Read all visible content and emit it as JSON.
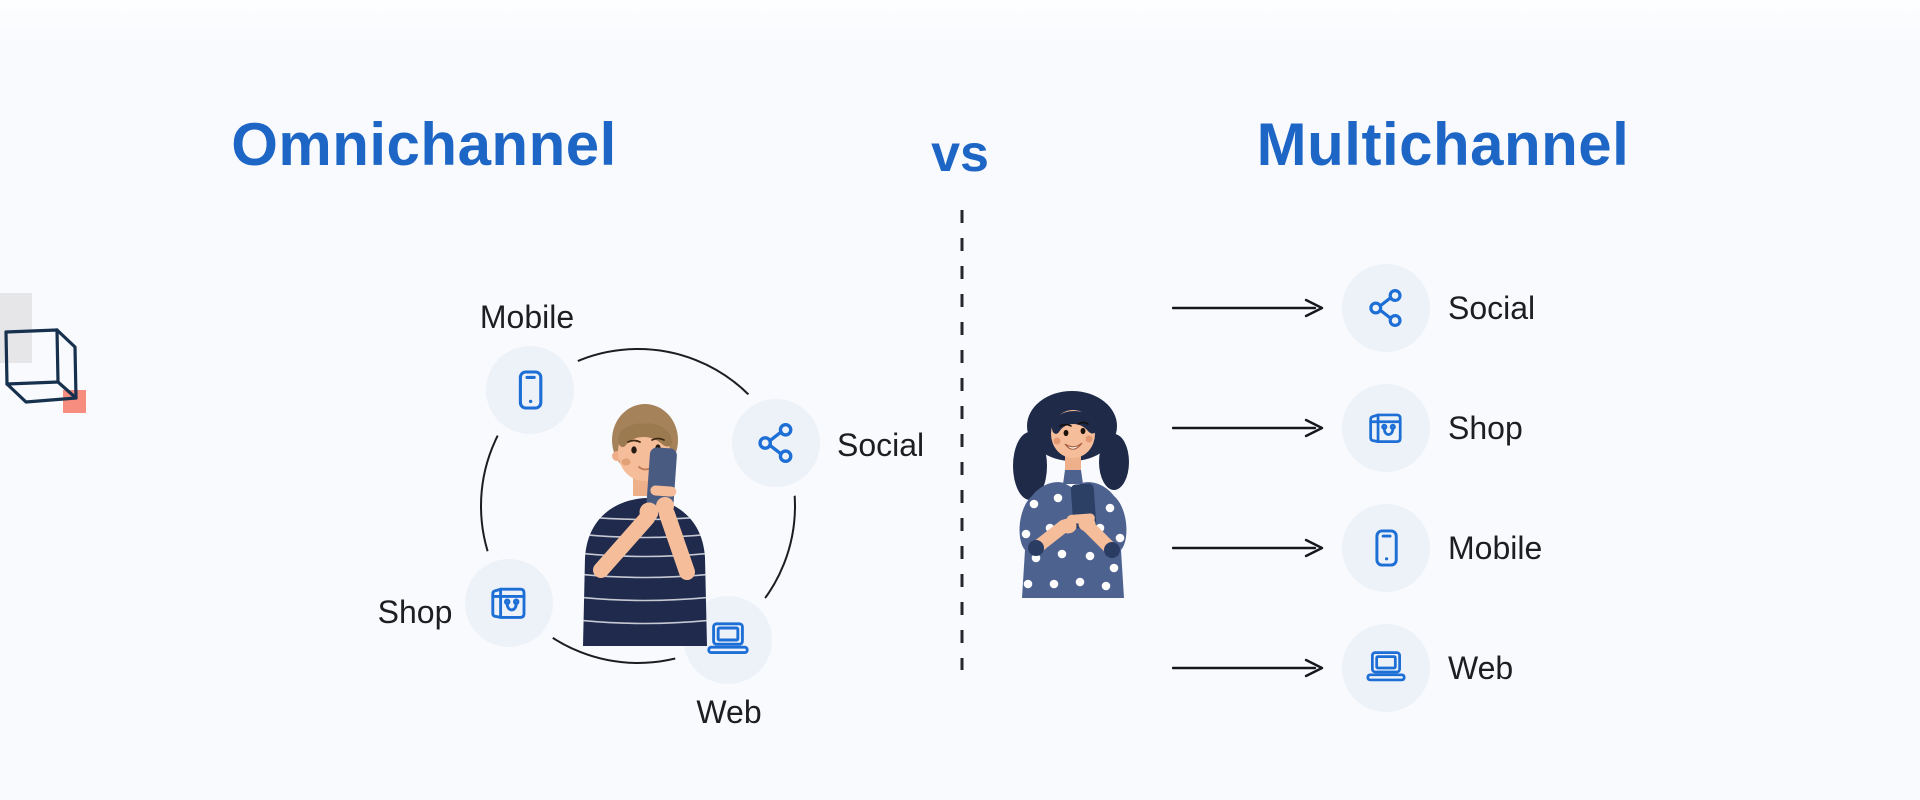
{
  "header": {
    "left_title": "Omnichannel",
    "vs_label": "vs",
    "right_title": "Multichannel",
    "title_color": "#1e66c5"
  },
  "omnichannel_diagram": {
    "person_illustration": "man holding smartphone inside channel circle",
    "channels": [
      {
        "label": "Mobile",
        "icon": "phone-icon"
      },
      {
        "label": "Social",
        "icon": "share-icon"
      },
      {
        "label": "Shop",
        "icon": "bag-icon"
      },
      {
        "label": "Web",
        "icon": "laptop-icon"
      }
    ]
  },
  "multichannel_list": {
    "person_illustration": "woman holding smartphone with arrows to separate channels",
    "channels": [
      {
        "label": "Social",
        "icon": "share-icon"
      },
      {
        "label": "Shop",
        "icon": "bag-icon"
      },
      {
        "label": "Mobile",
        "icon": "phone-icon"
      },
      {
        "label": "Web",
        "icon": "laptop-icon"
      }
    ]
  },
  "colors": {
    "title_blue": "#1e66c5",
    "icon_blue": "#1d6fd6",
    "icon_circle_bg": "#edf1f8",
    "label_text": "#1c1e21",
    "line_dark": "#16181d",
    "cube_navy": "#16304e",
    "accent_salmon": "#f68d7f",
    "deco_gray": "#e6e6e8",
    "background": "#f8fafd"
  }
}
